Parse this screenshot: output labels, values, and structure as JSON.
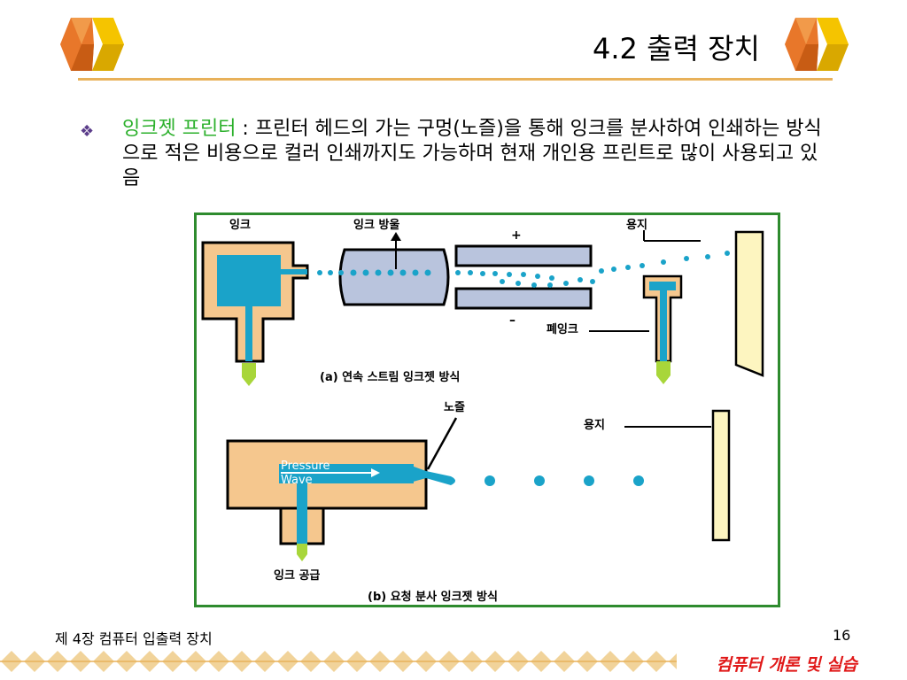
{
  "slide": {
    "title": "4.2 출력 장치",
    "body": {
      "term": "잉크젯 프린터",
      "separator": " : ",
      "text": "프린터 헤드의 가는 구멍(노즐)을 통해 잉크를 분사하여 인쇄하는 방식으로 적은 비용으로 컬러 인쇄까지도 가능하며 현재 개인용 프린트로 많이 사용되고 있음"
    },
    "figure": {
      "top": {
        "ink_label": "잉크",
        "droplet_label": "잉크 방울",
        "plus": "+",
        "minus": "–",
        "paper_label": "용지",
        "waste_label": "폐잉크",
        "caption": "(a) 연속 스트림 잉크젯 방식"
      },
      "bottom": {
        "nozzle_label": "노즐",
        "paper_label": "용지",
        "pressure": "Pressure",
        "wave": "Wave",
        "supply_label": "잉크 공급",
        "caption": "(b) 요청 분사 잉크젯 방식"
      }
    },
    "footer": {
      "chapter": "제 4장 컴퓨터 입출력 장치",
      "page": "16",
      "course": "컴퓨터 개론 및 실습"
    },
    "colors": {
      "accent": "#e8b15a",
      "term_green": "#2bb02b",
      "figure_border": "#2e8b2e",
      "ink_blue": "#1aa3c9",
      "course_red": "#e01818"
    }
  }
}
